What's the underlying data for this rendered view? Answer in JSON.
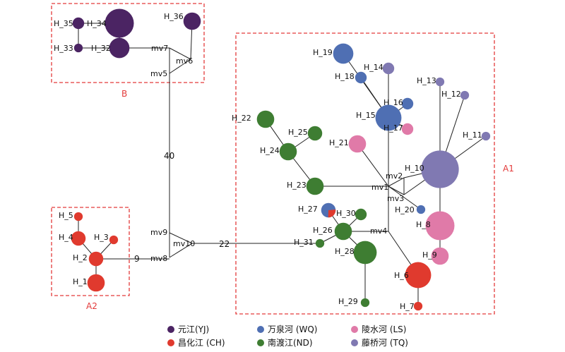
{
  "colors": {
    "YJ": "#4b2463",
    "CH": "#e03a2e",
    "WQ": "#4f6fb3",
    "ND": "#3e7d32",
    "LS": "#e07aa8",
    "TQ": "#8079b2",
    "box": "#e33b3b"
  },
  "groups": [
    {
      "id": "B",
      "label": "B"
    },
    {
      "id": "A2",
      "label": "A2"
    },
    {
      "id": "A1",
      "label": "A1"
    }
  ],
  "haplotypes": [
    {
      "id": "H_35",
      "label": "H_35",
      "pop": "YJ",
      "size": 4
    },
    {
      "id": "H_34",
      "label": "H_34",
      "pop": "YJ",
      "size": 10
    },
    {
      "id": "H_33",
      "label": "H_33",
      "pop": "YJ",
      "size": 3
    },
    {
      "id": "H_32",
      "label": "H_32",
      "pop": "YJ",
      "size": 7
    },
    {
      "id": "H_36",
      "label": "H_36",
      "pop": "YJ",
      "size": 6
    },
    {
      "id": "H_5",
      "label": "H_5",
      "pop": "CH",
      "size": 3
    },
    {
      "id": "H_4",
      "label": "H_4",
      "pop": "CH",
      "size": 5
    },
    {
      "id": "H_3",
      "label": "H_3",
      "pop": "CH",
      "size": 3
    },
    {
      "id": "H_2",
      "label": "H_2",
      "pop": "CH",
      "size": 5
    },
    {
      "id": "H_1",
      "label": "H_1",
      "pop": "CH",
      "size": 6
    },
    {
      "id": "H_19",
      "label": "H_19",
      "pop": "WQ",
      "size": 7
    },
    {
      "id": "H_14",
      "label": "H_14",
      "pop": "TQ",
      "size": 4
    },
    {
      "id": "H_18",
      "label": "H_18",
      "pop": "WQ",
      "size": 4
    },
    {
      "id": "H_13",
      "label": "H_13",
      "pop": "TQ",
      "size": 3
    },
    {
      "id": "H_12",
      "label": "H_12",
      "pop": "TQ",
      "size": 3
    },
    {
      "id": "H_16",
      "label": "H_16",
      "pop": "WQ",
      "size": 4
    },
    {
      "id": "H_15",
      "label": "H_15",
      "pop": "WQ",
      "size": 9
    },
    {
      "id": "H_17",
      "label": "H_17",
      "pop": "LS",
      "size": 4
    },
    {
      "id": "H_11",
      "label": "H_11",
      "pop": "TQ",
      "size": 3
    },
    {
      "id": "H_22",
      "label": "H_22",
      "pop": "ND",
      "size": 6
    },
    {
      "id": "H_25",
      "label": "H_25",
      "pop": "ND",
      "size": 5
    },
    {
      "id": "H_21",
      "label": "H_21",
      "pop": "LS",
      "size": 6
    },
    {
      "id": "H_24",
      "label": "H_24",
      "pop": "ND",
      "size": 6
    },
    {
      "id": "H_10",
      "label": "H_10",
      "pop": "TQ",
      "size": 13
    },
    {
      "id": "H_23",
      "label": "H_23",
      "pop": "ND",
      "size": 6
    },
    {
      "id": "H_20",
      "label": "H_20",
      "pop": "WQ",
      "size": 3
    },
    {
      "id": "H_27",
      "label": "H_27",
      "pop": "WQ",
      "size": 5
    },
    {
      "id": "H_30",
      "label": "H_30",
      "pop": "ND",
      "size": 4
    },
    {
      "id": "H_8",
      "label": "H_8",
      "pop": "LS",
      "size": 10
    },
    {
      "id": "H_26",
      "label": "H_26",
      "pop": "ND",
      "size": 6
    },
    {
      "id": "H_31",
      "label": "H_31",
      "pop": "ND",
      "size": 3
    },
    {
      "id": "H_28",
      "label": "H_28",
      "pop": "ND",
      "size": 8
    },
    {
      "id": "H_9",
      "label": "H_9",
      "pop": "LS",
      "size": 6
    },
    {
      "id": "H_6",
      "label": "H_6",
      "pop": "CH",
      "size": 9
    },
    {
      "id": "H_29",
      "label": "H_29",
      "pop": "ND",
      "size": 3
    },
    {
      "id": "H_7",
      "label": "H_7",
      "pop": "CH",
      "size": 3
    }
  ],
  "median_vectors": [
    {
      "id": "mv1",
      "label": "mv1"
    },
    {
      "id": "mv2",
      "label": "mv2"
    },
    {
      "id": "mv3",
      "label": "mv3"
    },
    {
      "id": "mv4",
      "label": "mv4"
    },
    {
      "id": "mv5",
      "label": "mv5"
    },
    {
      "id": "mv6",
      "label": "mv6"
    },
    {
      "id": "mv7",
      "label": "mv7"
    },
    {
      "id": "mv8",
      "label": "mv8"
    },
    {
      "id": "mv9",
      "label": "mv9"
    },
    {
      "id": "mv10",
      "label": "mv10"
    }
  ],
  "mutation_counts": [
    {
      "id": "seg40",
      "label": "40"
    },
    {
      "id": "seg22",
      "label": "22"
    },
    {
      "id": "seg9",
      "label": "9"
    }
  ],
  "legend": [
    {
      "pop": "YJ",
      "label": "元江(YJ)"
    },
    {
      "pop": "CH",
      "label": "昌化江 (CH)"
    },
    {
      "pop": "WQ",
      "label": "万泉河 (WQ)"
    },
    {
      "pop": "ND",
      "label": "南渡江(ND)"
    },
    {
      "pop": "LS",
      "label": "陵水河 (LS)"
    },
    {
      "pop": "TQ",
      "label": "藤桥河 (TQ)"
    }
  ]
}
